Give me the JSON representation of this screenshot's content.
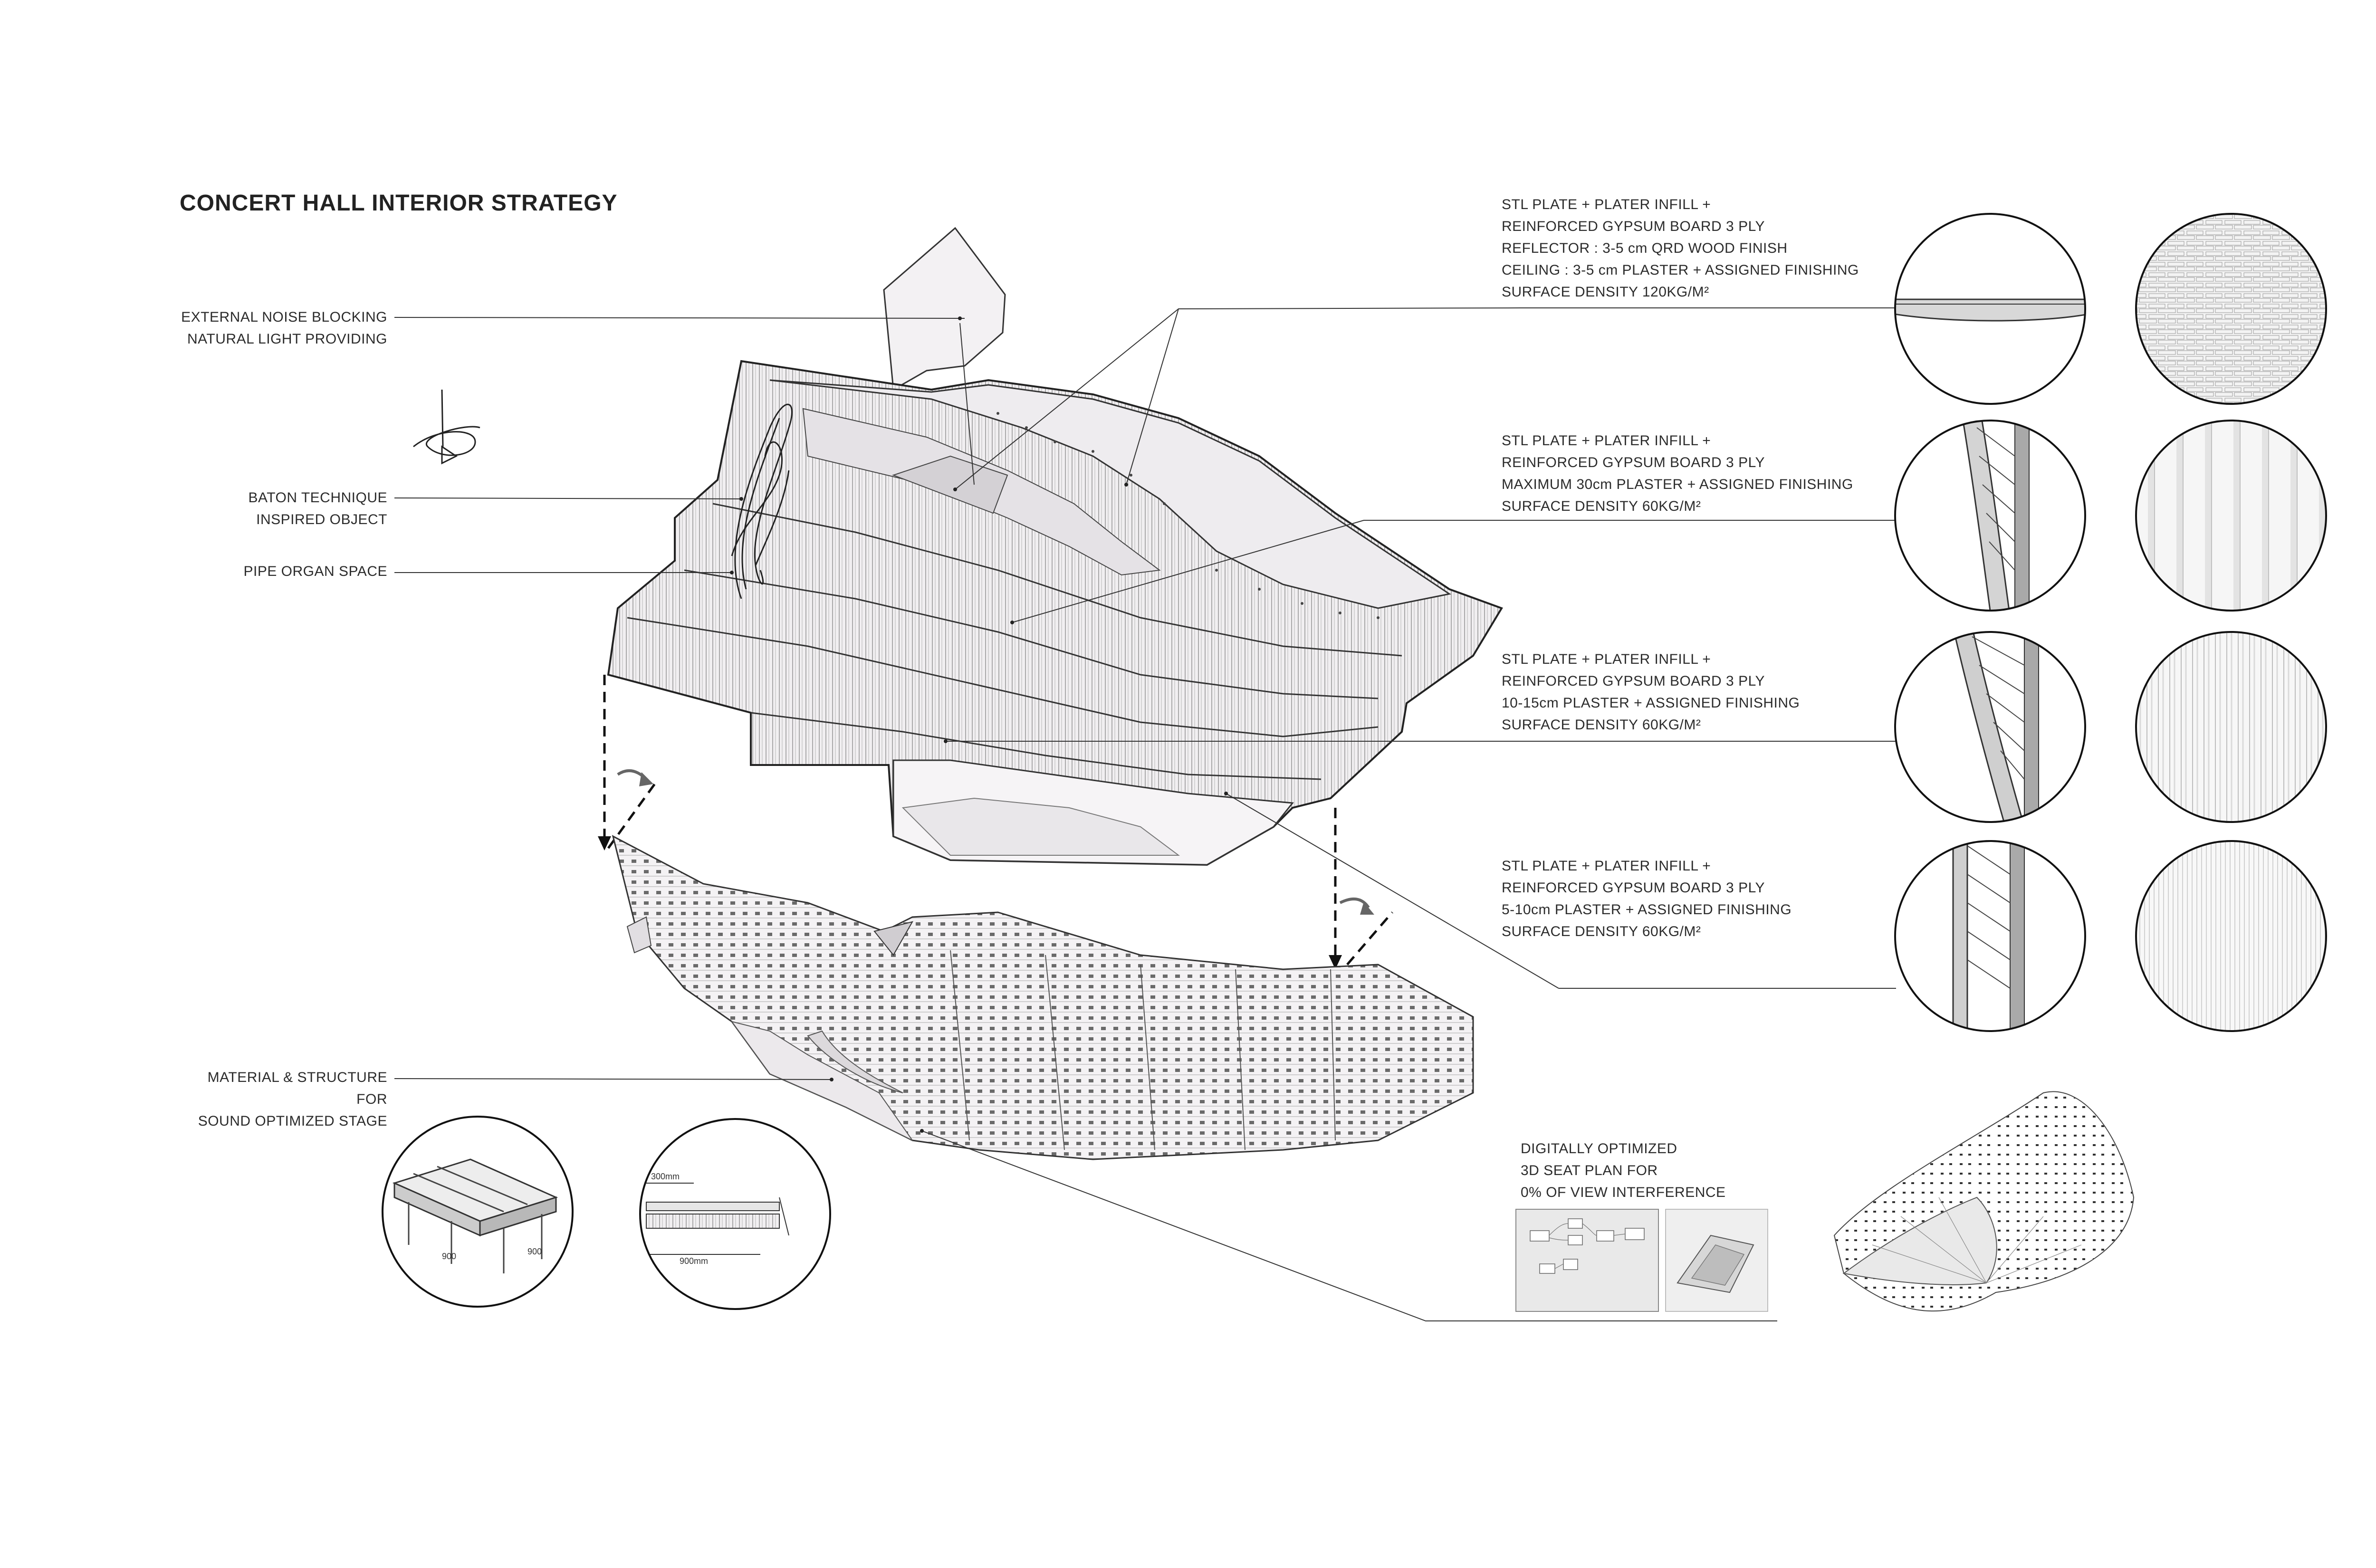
{
  "title": "CONCERT HALL INTERIOR STRATEGY",
  "left_labels": {
    "noise": [
      "EXTERNAL NOISE BLOCKING",
      "NATURAL LIGHT PROVIDING"
    ],
    "baton": [
      "BATON TECHNIQUE",
      "INSPIRED OBJECT"
    ],
    "organ": [
      "PIPE ORGAN SPACE"
    ],
    "stage": [
      "MATERIAL & STRUCTURE",
      "FOR",
      "SOUND OPTIMIZED STAGE"
    ]
  },
  "layers": [
    [
      "STL PLATE + PLATER INFILL +",
      "REINFORCED GYPSUM BOARD 3 PLY",
      "REFLECTOR : 3-5 cm QRD WOOD FINISH",
      "CEILING : 3-5 cm PLASTER + ASSIGNED FINISHING",
      "SURFACE DENSITY 120KG/M²"
    ],
    [
      "STL PLATE + PLATER INFILL +",
      "REINFORCED GYPSUM BOARD 3 PLY",
      "MAXIMUM 30cm PLASTER + ASSIGNED FINISHING",
      "SURFACE DENSITY 60KG/M²"
    ],
    [
      "STL PLATE + PLATER INFILL +",
      "REINFORCED GYPSUM BOARD 3 PLY",
      "10-15cm PLASTER + ASSIGNED FINISHING",
      "SURFACE DENSITY 60KG/M²"
    ],
    [
      "STL PLATE + PLATER INFILL +",
      "REINFORCED GYPSUM BOARD 3 PLY",
      "5-10cm PLASTER + ASSIGNED FINISHING",
      "SURFACE DENSITY 60KG/M²"
    ]
  ],
  "seat_plan": [
    "DIGITALLY OPTIMIZED",
    "3D SEAT PLAN FOR",
    "0% OF VIEW INTERFERENCE"
  ],
  "detail_dims": {
    "a": "300mm",
    "b": "900mm"
  },
  "colors": {
    "line": "#333333",
    "fill": "#f2f0f2",
    "shade": "#d9d6d9",
    "accent": "#c9bfd0"
  },
  "icons": [
    "baton-gesture-icon",
    "rotate-arrow-icon"
  ]
}
